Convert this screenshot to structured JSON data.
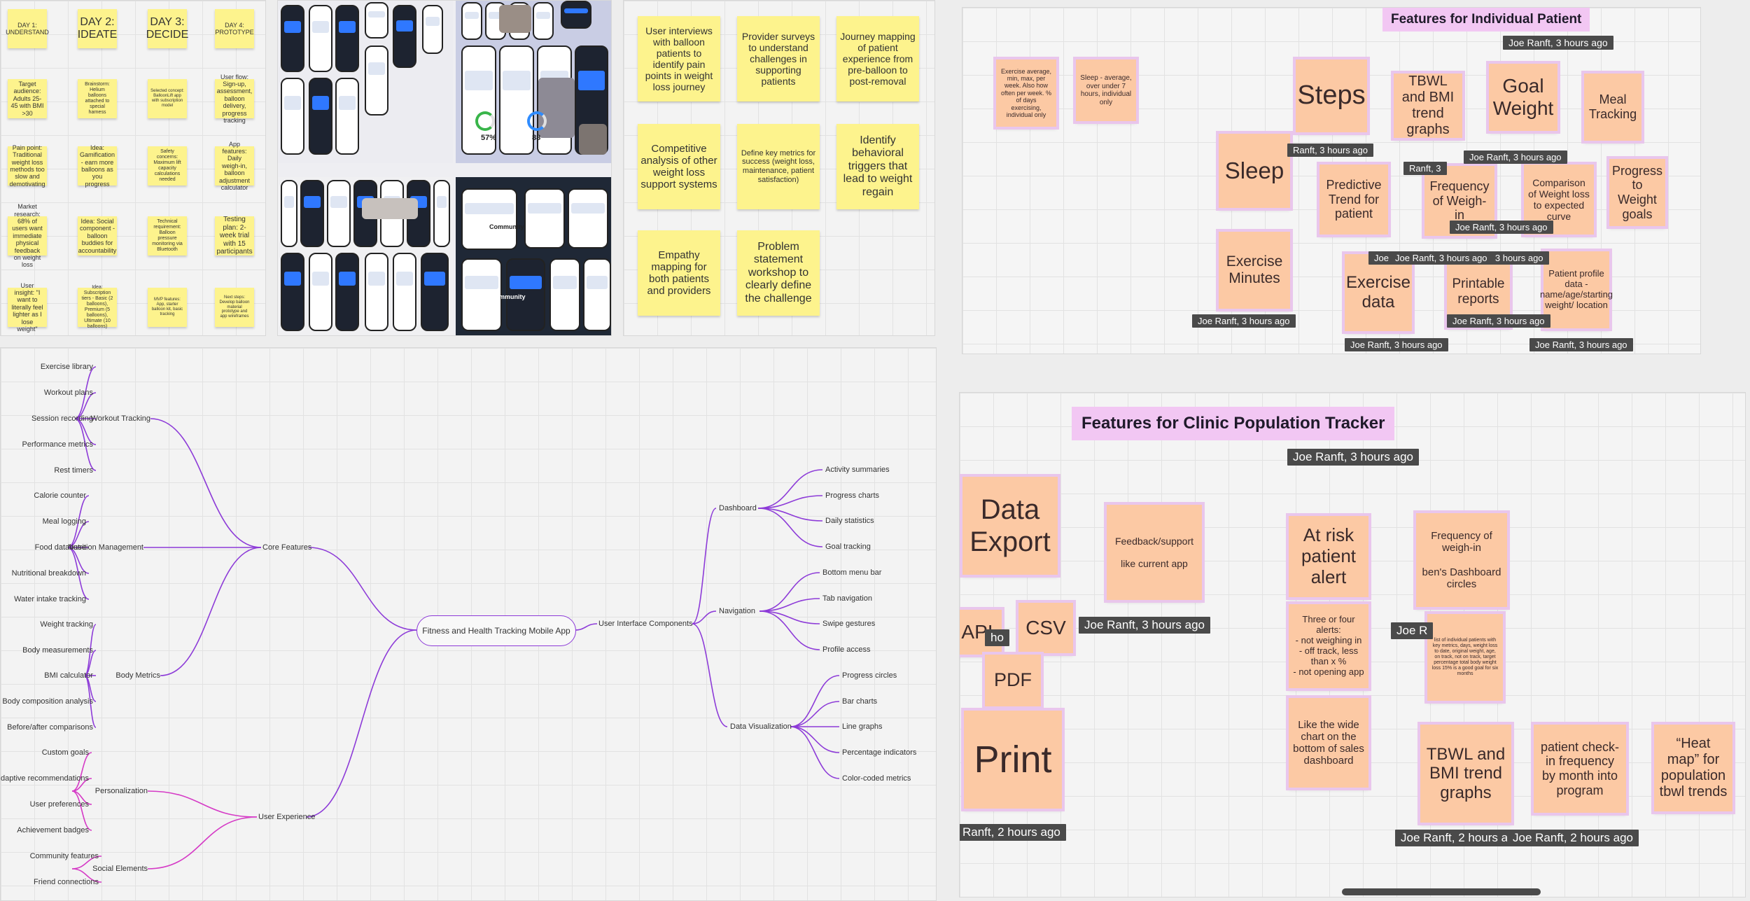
{
  "phases": [
    {
      "label": "DAY 1:\nUNDERSTAND"
    },
    {
      "label": "DAY 2:\nIDEATE"
    },
    {
      "label": "DAY 3:\nDECIDE"
    },
    {
      "label": "DAY 4:\nPROTOTYPE"
    }
  ],
  "phase_notes": [
    [
      "Target audience: Adults 25-45 with BMI >30",
      "Pain point: Traditional weight loss methods too slow and demotivating",
      "Market research: 68% of users want immediate physical feedback on weight loss",
      "User insight: \"I want to literally feel lighter as I lose weight\""
    ],
    [
      "Brainstorm: Helium balloons attached to special harness",
      "Idea: Gamification - earn more balloons as you progress",
      "Idea: Social component - balloon buddies for accountability",
      "Idea: Subscription tiers - Basic (2 balloons), Premium (5 balloons), Ultimate (10 balloons)"
    ],
    [
      "Selected concept: BalloonLift app with subscription model",
      "Safety concerns: Maximum lift capacity calculations needed",
      "Technical requirement: Balloon pressure monitoring via Bluetooth",
      "MVP features: App, starter balloon kit, basic tracking"
    ],
    [
      "User flow: Sign-up, assessment, balloon delivery, progress tracking",
      "App features: Daily weigh-in, balloon adjustment calculator",
      "Testing plan: 2-week trial with 15 participants",
      "Next steps: Develop balloon material prototype and app wireframes"
    ]
  ],
  "research_notes": [
    "User interviews with balloon patients to identify pain points in weight loss journey",
    "Provider surveys to understand challenges in supporting patients",
    "Journey mapping of patient experience from pre-balloon to post-removal",
    "Competitive analysis of other weight loss support systems",
    "Define key metrics for success (weight loss, maintenance, patient satisfaction)",
    "Identify behavioral triggers that lead to weight regain",
    "Empathy mapping for both patients and providers",
    "Problem statement workshop to clearly define the challenge"
  ],
  "individual": {
    "title": "Features for Individual  Patient",
    "author": "Joe Ranft, 3 hours ago",
    "notes": [
      {
        "text": "Exercise average, min, max, per week. Also how often per week. % of days exercising, individual only"
      },
      {
        "text": "Sleep - average, over under 7 hours, individual only"
      },
      {
        "text": "Steps"
      },
      {
        "text": "TBWL and BMI trend graphs"
      },
      {
        "text": "Goal Weight"
      },
      {
        "text": "Meal Tracking"
      },
      {
        "text": "Sleep"
      },
      {
        "text": "Predictive Trend for patient"
      },
      {
        "text": "Frequency of Weigh-in"
      },
      {
        "text": "Comparison of Weight loss to expected curve"
      },
      {
        "text": "Progress to Weight goals"
      },
      {
        "text": "Exercise Minutes"
      },
      {
        "text": "Exercise data"
      },
      {
        "text": "Printable reports"
      },
      {
        "text": "Patient profile data - name/age/starting weight/ location"
      }
    ],
    "badges": [
      "Joe Ranft, 3 hours ago",
      "Ranft, 3 hours ago",
      "Joe Ranft, 3 hours ago",
      "Ranft, 3",
      "Joe Ranft, 3 hours ago",
      "Joe Ranft, 3 hours ago",
      "Joe Ranft, 3 hours ago",
      "Joe Ranft, 3 hours ago",
      "Joe Ranft, 3 hours ago",
      "Joe Ranft, 3 hours ago",
      "Joe Ranft, 3 hours ago"
    ]
  },
  "clinic": {
    "title": "Features for Clinic Population Tracker",
    "author": "Joe Ranft, 3 hours ago",
    "notes": [
      {
        "text": "Data Export"
      },
      {
        "text": "Feedback/support\n\nlike current app"
      },
      {
        "text": "At risk patient alert"
      },
      {
        "text": "Frequency of weigh-in\n\nben's Dashboard circles"
      },
      {
        "text": "API"
      },
      {
        "text": "CSV"
      },
      {
        "text": "PDF"
      },
      {
        "text": "Three or four alerts:\n- not weighing in\n- off track, less than x %\n- not opening app"
      },
      {
        "text": "list of individual patients with key metrics, days, weight loss to date, original weight, age, on track, not on track, target percentage total body weight loss 15% is a good goal for six months"
      },
      {
        "text": "Print"
      },
      {
        "text": "Like the wide chart on the bottom of sales dashboard"
      },
      {
        "text": "TBWL and BMI trend graphs"
      },
      {
        "text": "patient check-in frequency by month into program"
      },
      {
        "text": "“Heat map” for population tbwl trends"
      }
    ],
    "badges": [
      "Joe Ranft, 3 hours ago",
      "Joe Ranft, 3 hours ago",
      "Joe R",
      "ho",
      "Ranft, 2 hours ago",
      "Joe Ranft, 2 hours ag",
      "Joe Ranft, 2 hours ago"
    ]
  },
  "mindmap": {
    "root": "Fitness and Health Tracking Mobile App",
    "core": "Core Features",
    "ux": "User Experience",
    "uic": "User Interface Components",
    "groups": [
      {
        "label": "Workout Tracking",
        "items": [
          "Exercise library",
          "Workout plans",
          "Session recording",
          "Performance metrics",
          "Rest timers"
        ]
      },
      {
        "label": "Nutrition Management",
        "items": [
          "Calorie counter",
          "Meal logging",
          "Food database",
          "Nutritional breakdown",
          "Water intake tracking"
        ]
      },
      {
        "label": "Body Metrics",
        "items": [
          "Weight tracking",
          "Body measurements",
          "BMI calculator",
          "Body composition analysis",
          "Before/after comparisons"
        ]
      },
      {
        "label": "Personalization",
        "items": [
          "Custom goals",
          "Adaptive recommendations",
          "User preferences",
          "Achievement badges"
        ]
      },
      {
        "label": "Social Elements",
        "items": [
          "Community features",
          "Friend connections"
        ]
      },
      {
        "label": "Dashboard",
        "items": [
          "Activity summaries",
          "Progress charts",
          "Daily statistics",
          "Goal tracking"
        ]
      },
      {
        "label": "Navigation",
        "items": [
          "Bottom menu bar",
          "Tab navigation",
          "Swipe gestures",
          "Profile access"
        ]
      },
      {
        "label": "Data Visualization",
        "items": [
          "Progress circles",
          "Bar charts",
          "Line graphs",
          "Percentage indicators",
          "Color-coded metrics"
        ]
      }
    ]
  },
  "inspiration": {
    "ring_values": [
      "57%",
      "88"
    ],
    "community_label": "Community"
  },
  "colors": {
    "sticky_yellow": "#fdf38d",
    "sticky_peach": "#fcc9a4",
    "heading_pink": "#f2c7f3",
    "mindmap_line": "#8d3bd8",
    "mindmap_line_pink": "#d53ac6"
  }
}
